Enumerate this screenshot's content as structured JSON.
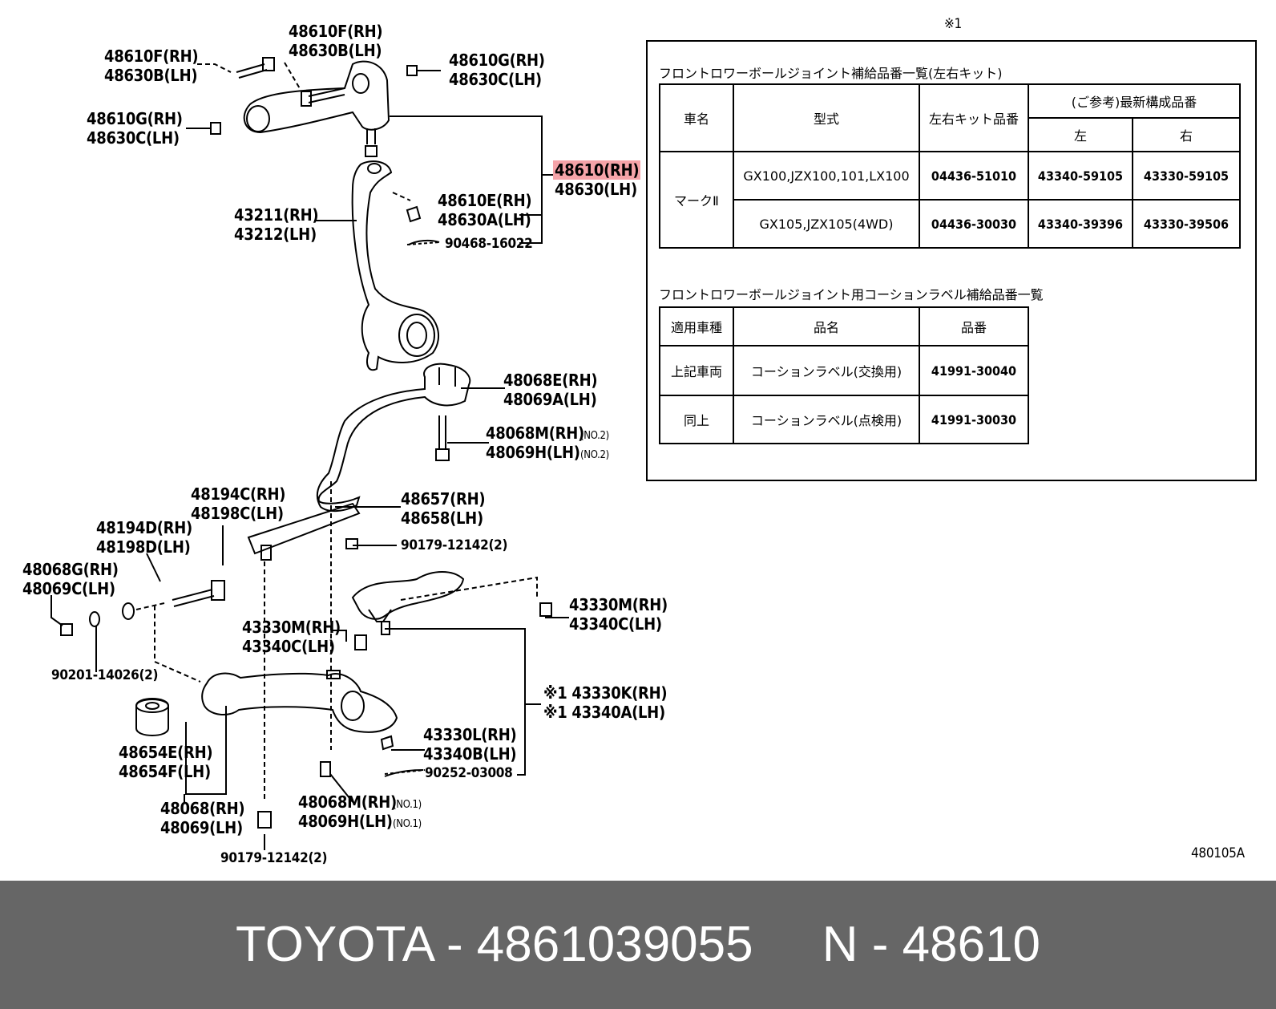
{
  "labels": {
    "l48610f_top": [
      "48610F(RH)",
      "48630B(LH)"
    ],
    "l48610f_left": [
      "48610F(RH)",
      "48630B(LH)"
    ],
    "l48610g_right": [
      "48610G(RH)",
      "48630C(LH)"
    ],
    "l48610g_left": [
      "48610G(RH)",
      "48630C(LH)"
    ],
    "l48610": [
      "48610(RH)",
      "48630(LH)"
    ],
    "l48610e": [
      "48610E(RH)",
      "48630A(LH)"
    ],
    "l43211": [
      "43211(RH)",
      "43212(LH)"
    ],
    "l90468": "90468-16022",
    "l48068e": [
      "48068E(RH)",
      "48069A(LH)"
    ],
    "l48068m2": [
      "48068M(RH)",
      "48069H(LH)"
    ],
    "l48068m2_note": "(NO.2)",
    "l48194c": [
      "48194C(RH)",
      "48198C(LH)"
    ],
    "l48657": [
      "48657(RH)",
      "48658(LH)"
    ],
    "l48194d": [
      "48194D(RH)",
      "48198D(LH)"
    ],
    "l90179_top": "90179-12142(2)",
    "l48068g": [
      "48068G(RH)",
      "48069C(LH)"
    ],
    "l43330m_right": [
      "43330M(RH)",
      "43340C(LH)"
    ],
    "l43330m_left": [
      "43330M(RH)",
      "43340C(LH)"
    ],
    "l90201": "90201-14026(2)",
    "l43330k": [
      "※1 43330K(RH)",
      "※1 43340A(LH)"
    ],
    "l43330l": [
      "43330L(RH)",
      "43340B(LH)"
    ],
    "l90252": "90252-03008",
    "l48654e": [
      "48654E(RH)",
      "48654F(LH)"
    ],
    "l48068m1": [
      "48068M(RH)",
      "48069H(LH)"
    ],
    "l48068m1_note": "(NO.1)",
    "l48068": [
      "48068(RH)",
      "48069(LH)"
    ],
    "l90179_bottom": "90179-12142(2)"
  },
  "note": {
    "mark": "※1",
    "table1_title": "フロントロワーボールジョイント補給品番一覧(左右キット)",
    "table1": {
      "h_car": "車名",
      "h_model": "型式",
      "h_kit": "左右キット品番",
      "h_ref": "(ご参考)最新構成品番",
      "h_left": "左",
      "h_right": "右",
      "car": "マークⅡ",
      "rows": [
        {
          "model": "GX100,JZX100,101,LX100",
          "kit": "04436-51010",
          "left": "43340-59105",
          "right": "43330-59105"
        },
        {
          "model": "GX105,JZX105(4WD)",
          "kit": "04436-30030",
          "left": "43340-39396",
          "right": "43330-39506"
        }
      ]
    },
    "table2_title": "フロントロワーボールジョイント用コーションラベル補給品番一覧",
    "table2": {
      "h_vehicle": "適用車種",
      "h_name": "品名",
      "h_part": "品番",
      "rows": [
        {
          "vehicle": "上記車両",
          "name": "コーションラベル(交換用)",
          "part": "41991-30040"
        },
        {
          "vehicle": "同上",
          "name": "コーションラベル(点検用)",
          "part": "41991-30030"
        }
      ]
    }
  },
  "diagram_code": "480105A",
  "footer": {
    "text": "TOYOTA - 4861039055     N - 48610",
    "bg_color": "#666666",
    "text_color": "#ffffff"
  },
  "highlight_color": "#f5a3a8"
}
